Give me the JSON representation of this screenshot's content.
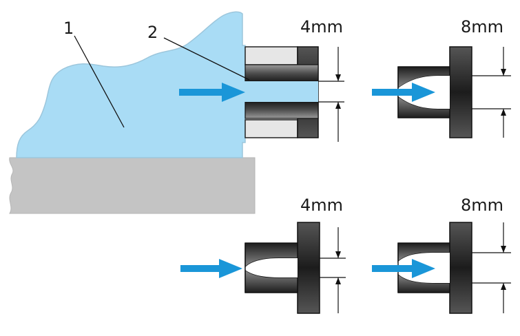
{
  "labels": {
    "part_1": "1",
    "part_2": "2"
  },
  "dimensions": {
    "top_left": "4mm",
    "top_right": "8mm",
    "bottom_left": "4mm",
    "bottom_right": "8mm"
  },
  "colors": {
    "fluid": "#a9dcf5",
    "fluid_edge": "#9cc6dc",
    "base": "#c4c4c4",
    "flow_arrow": "#1a96d8",
    "metal_dark": "#2a2a2a",
    "metal_light": "#8a8a8a",
    "sleeve": "#e6e6e6",
    "line": "#111111"
  },
  "icons": [
    "flow-arrow-icon",
    "dimension-arrow-icon"
  ]
}
